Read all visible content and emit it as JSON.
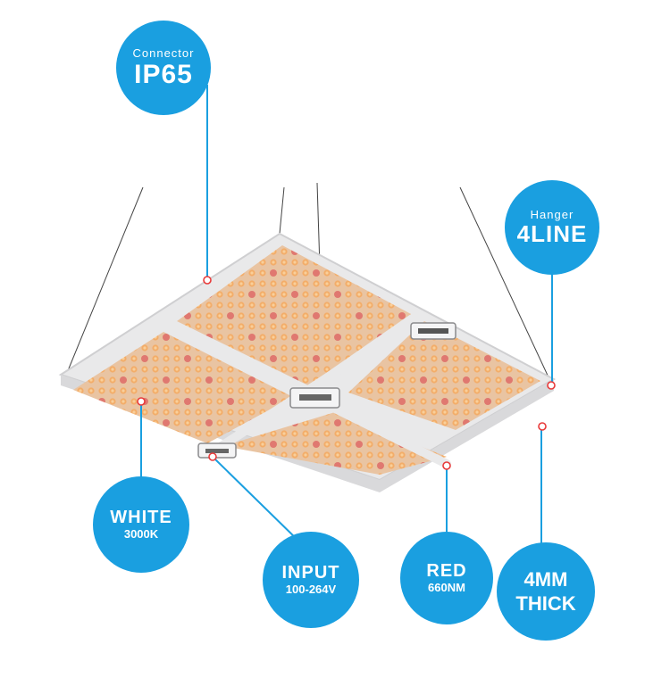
{
  "colors": {
    "badge": "#1a9fe0",
    "leader": "#1a9fe0",
    "frame": "#e9e9ea",
    "led_warm": "#f0ab6a",
    "led_red": "#e07b72",
    "board": "#e7c2a0"
  },
  "callouts": {
    "connector": {
      "top": "Connector",
      "main": "IP65"
    },
    "hanger": {
      "top": "Hanger",
      "main": "4LINE"
    },
    "white": {
      "main": "WHITE",
      "sub": "3000K"
    },
    "input": {
      "main": "INPUT",
      "sub": "100-264V"
    },
    "red": {
      "main": "RED",
      "sub": "660NM"
    },
    "thickness": {
      "line1": "4MM",
      "line2": "THICK"
    }
  }
}
